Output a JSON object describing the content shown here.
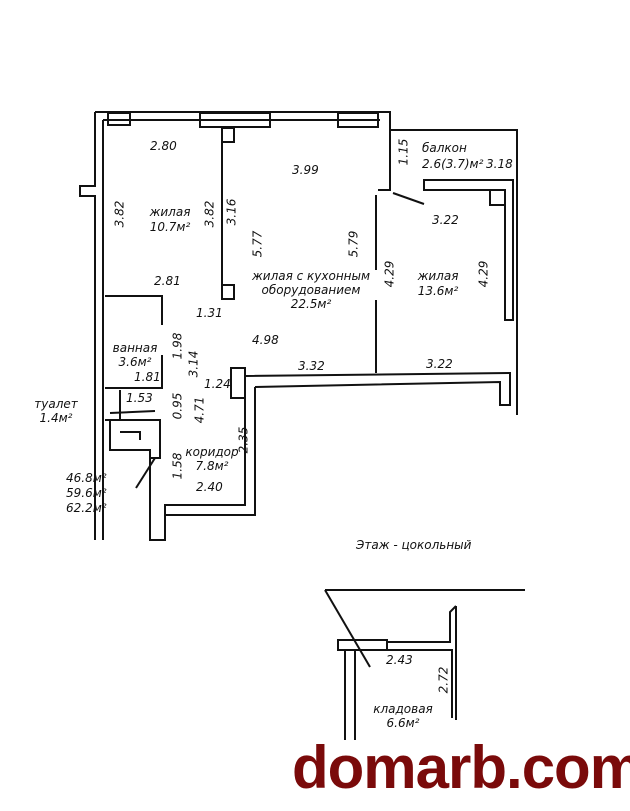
{
  "plan": {
    "title_floor": "Этаж - цокольный",
    "totals": [
      "46.8м²",
      "59.6м²",
      "62.2м²"
    ],
    "rooms": {
      "living1": {
        "name": "жилая",
        "area": "10.7м²"
      },
      "living_kitchen": {
        "name_line1": "жилая с кухонным",
        "name_line2": "оборудованием",
        "area": "22.5м²"
      },
      "living2": {
        "name": "жилая",
        "area": "13.6м²"
      },
      "balcony": {
        "name": "балкон",
        "area": "2.6(3.7)м²"
      },
      "bathroom": {
        "name": "ванная",
        "area": "3.6м²"
      },
      "toilet": {
        "name": "туалет",
        "area": "1.4м²"
      },
      "corridor": {
        "name": "коридор",
        "area": "7.8м²"
      },
      "storage": {
        "name": "кладовая",
        "area": "6.6м²"
      }
    },
    "dimensions": {
      "d280": "2.80",
      "d382a": "3.82",
      "d382b": "3.82",
      "d316": "3.16",
      "d399": "3.99",
      "d577": "5.77",
      "d579": "5.79",
      "d115": "1.15",
      "d318": "3.18",
      "d322top": "3.22",
      "d429a": "4.29",
      "d429b": "4.29",
      "d281": "2.81",
      "d131": "1.31",
      "d498": "4.98",
      "d332": "3.32",
      "d322bot": "3.22",
      "d198": "1.98",
      "d314": "3.14",
      "d181": "1.81",
      "d124": "1.24",
      "d153": "1.53",
      "d095": "0.95",
      "d471": "4.71",
      "d235": "2.35",
      "d158": "1.58",
      "d240": "2.40",
      "d243": "2.43",
      "d272": "2.72"
    }
  },
  "watermark": {
    "text": "domarb.com",
    "color": "#7a0a0a"
  }
}
